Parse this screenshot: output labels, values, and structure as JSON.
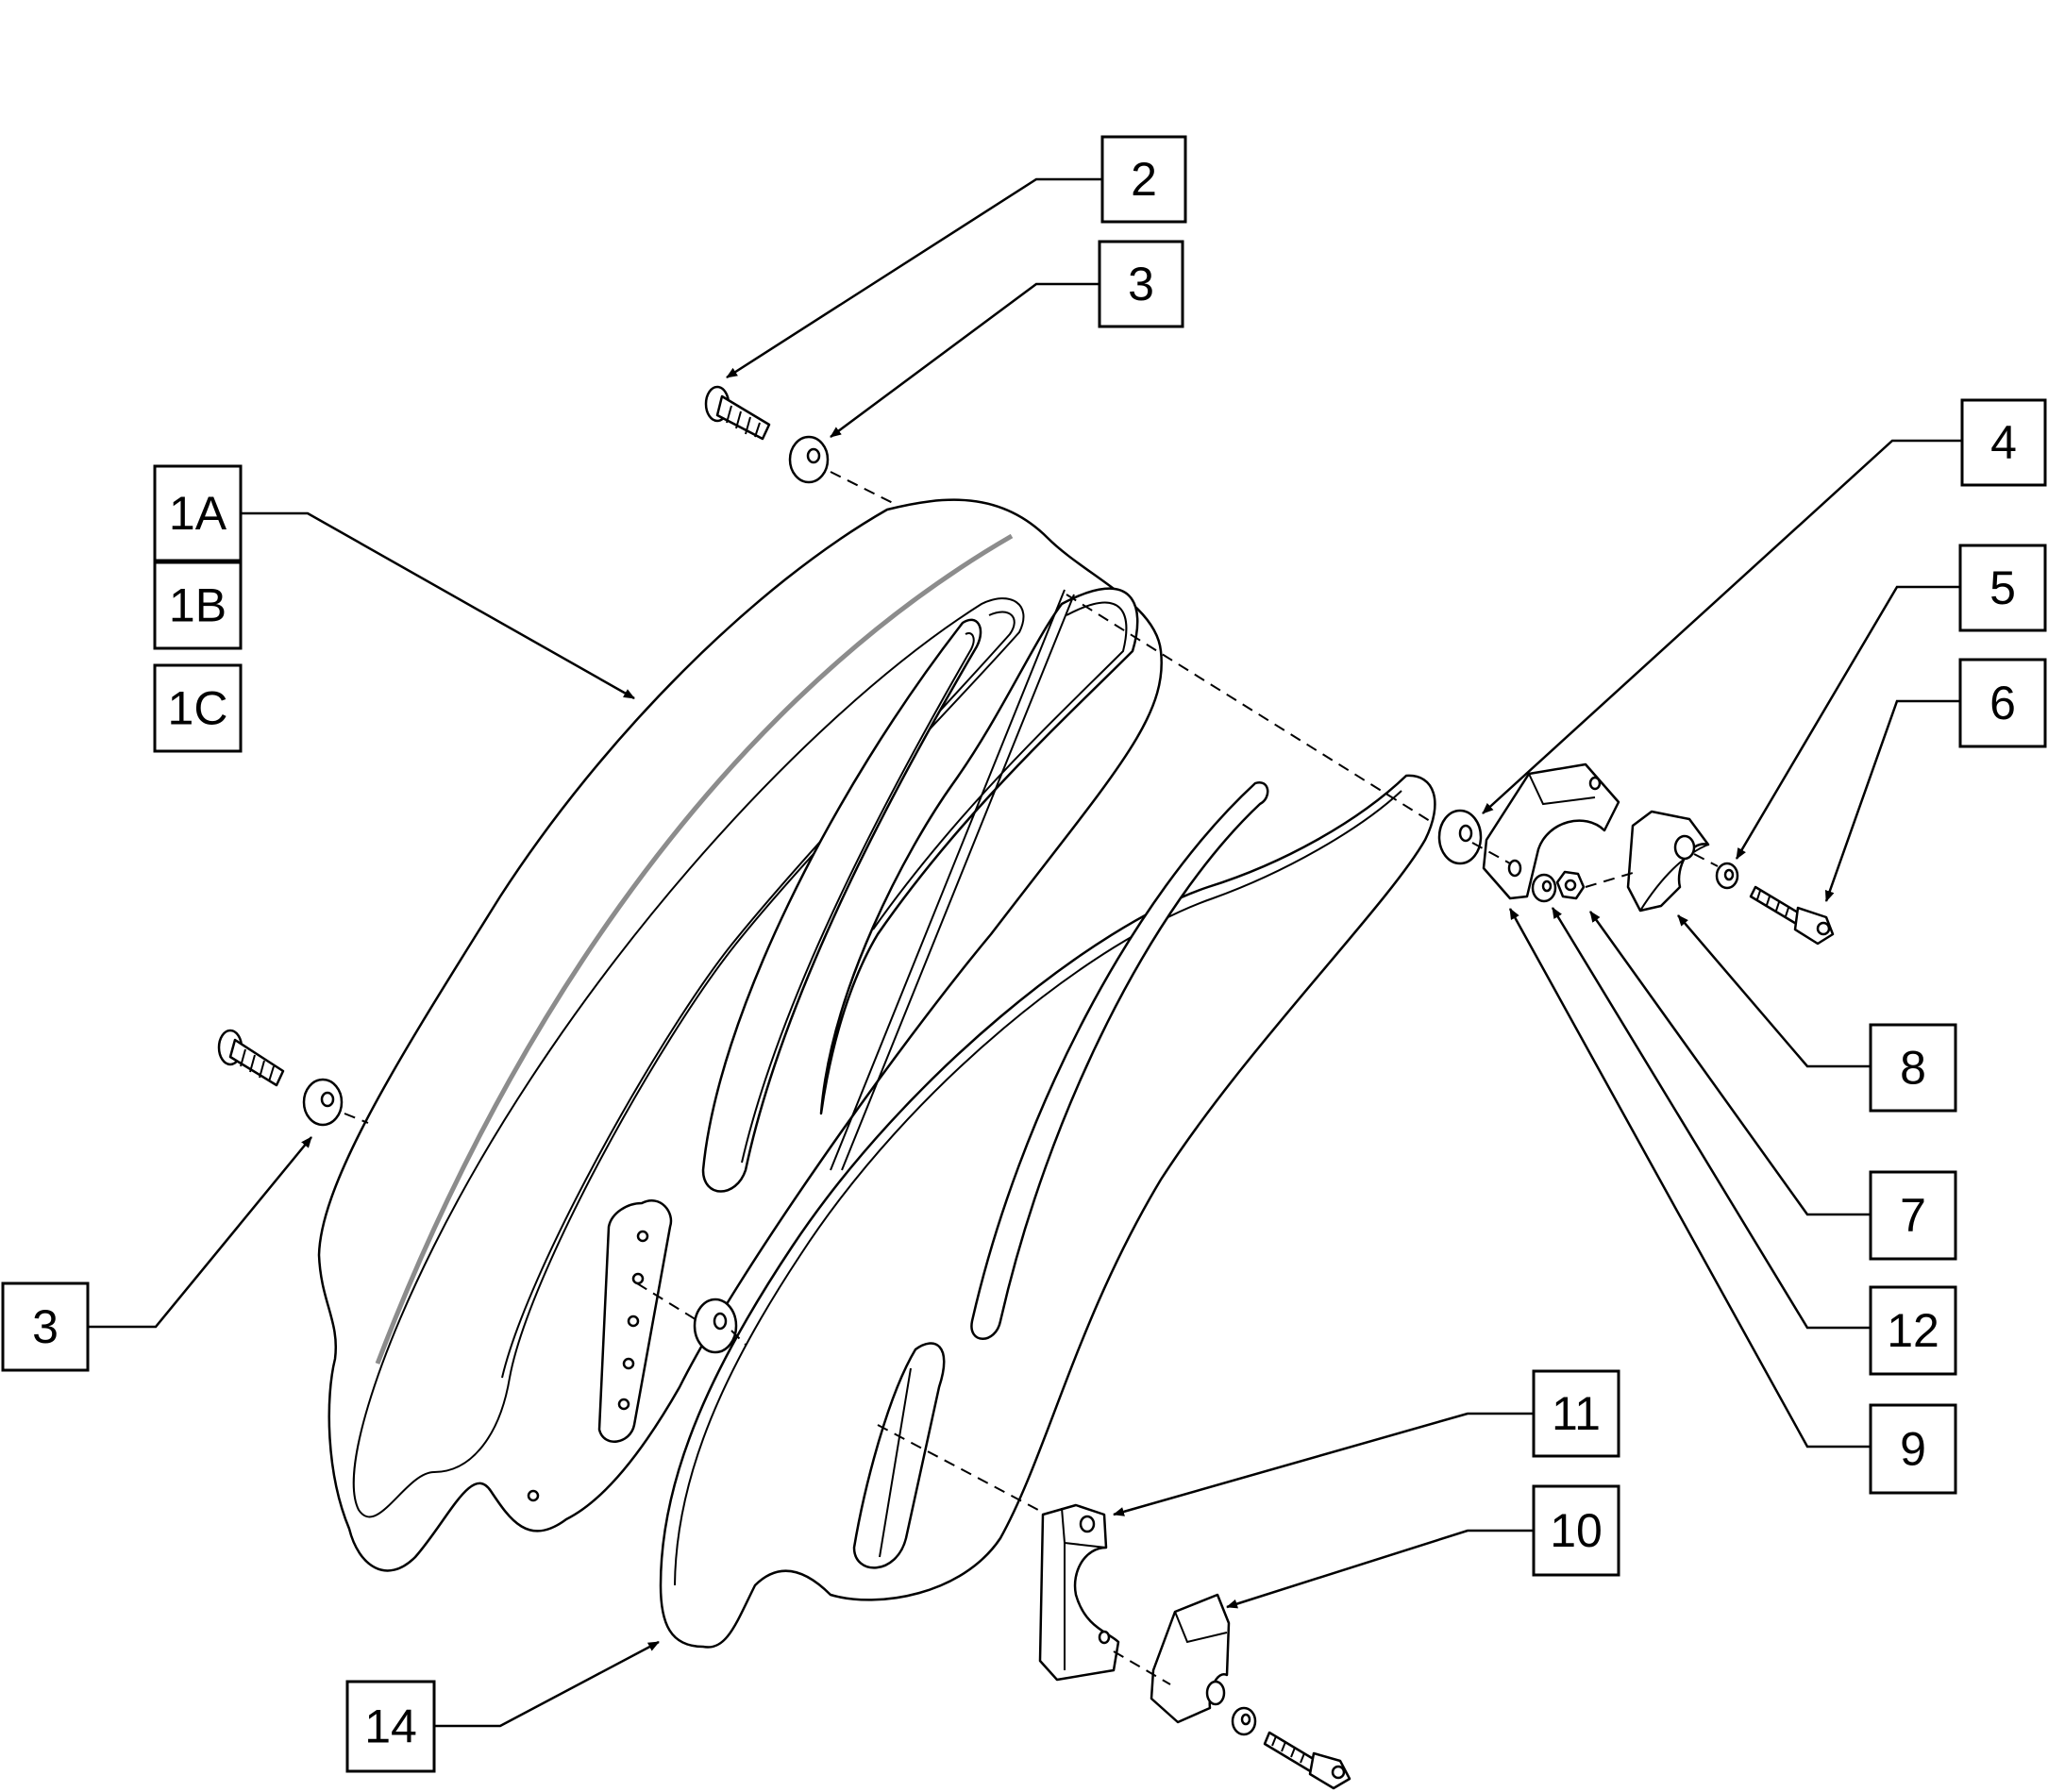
{
  "callouts": [
    {
      "id": "c2",
      "label": "2"
    },
    {
      "id": "c3-top",
      "label": "3"
    },
    {
      "id": "c1a",
      "label": "1A"
    },
    {
      "id": "c1b",
      "label": "1B"
    },
    {
      "id": "c1c",
      "label": "1C"
    },
    {
      "id": "c4",
      "label": "4"
    },
    {
      "id": "c5",
      "label": "5"
    },
    {
      "id": "c6",
      "label": "6"
    },
    {
      "id": "c8",
      "label": "8"
    },
    {
      "id": "c7",
      "label": "7"
    },
    {
      "id": "c12",
      "label": "12"
    },
    {
      "id": "c9",
      "label": "9"
    },
    {
      "id": "c3-left",
      "label": "3"
    },
    {
      "id": "c11",
      "label": "11"
    },
    {
      "id": "c10",
      "label": "10"
    },
    {
      "id": "c14",
      "label": "14"
    }
  ]
}
